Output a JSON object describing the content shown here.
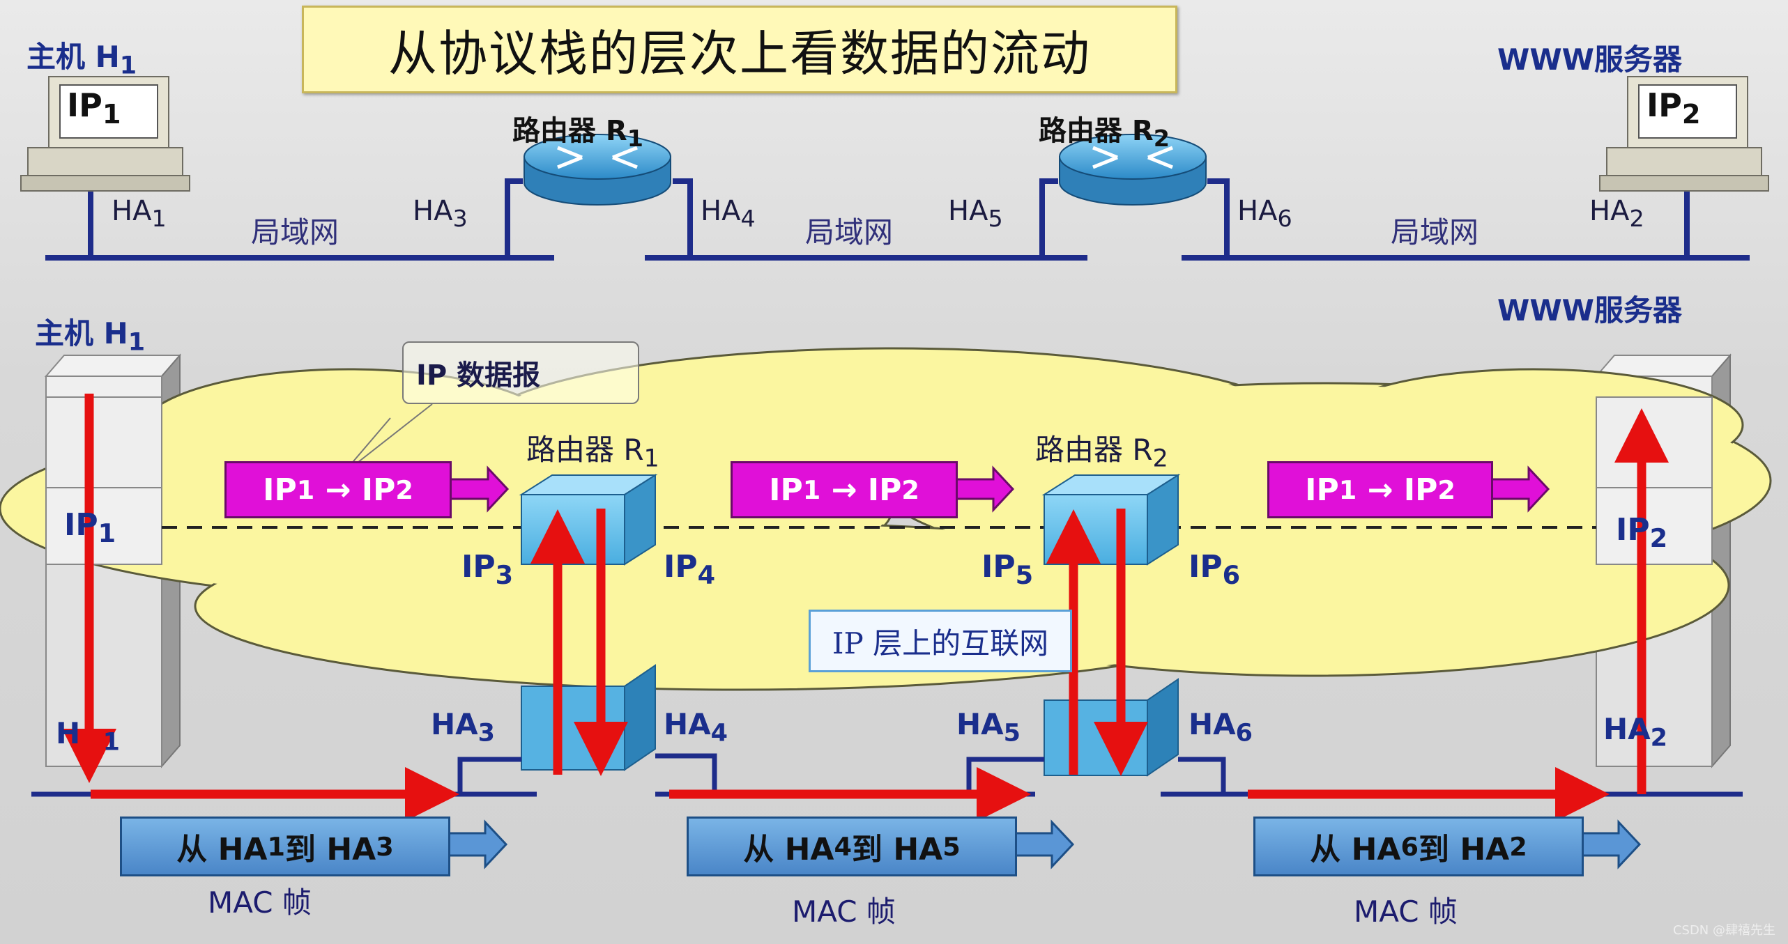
{
  "title": "从协议栈的层次上看数据的流动",
  "top": {
    "host_label": "主机 H",
    "host_sub": "1",
    "host_ip": "IP",
    "host_ip_sub": "1",
    "server_label": "WWW服务器",
    "server_ip": "IP",
    "server_ip_sub": "2",
    "router1_label": "路由器 R",
    "router1_sub": "1",
    "router2_label": "路由器 R",
    "router2_sub": "2",
    "lan_label": "局域网",
    "ha1": "HA",
    "ha1_sub": "1",
    "ha3": "HA",
    "ha3_sub": "3",
    "ha4": "HA",
    "ha4_sub": "4",
    "ha5": "HA",
    "ha5_sub": "5",
    "ha6": "HA",
    "ha6_sub": "6",
    "ha2": "HA",
    "ha2_sub": "2"
  },
  "bottom": {
    "host_label": "主机 H",
    "host_sub": "1",
    "server_label": "WWW服务器",
    "callout": "IP 数据报",
    "router1_label": "路由器 R",
    "router1_sub": "1",
    "router2_label": "路由器 R",
    "router2_sub": "2",
    "ip1": "IP",
    "ip1_sub": "1",
    "ip2": "IP",
    "ip2_sub": "2",
    "ip3": "IP",
    "ip3_sub": "3",
    "ip4": "IP",
    "ip4_sub": "4",
    "ip5": "IP",
    "ip5_sub": "5",
    "ip6": "IP",
    "ip6_sub": "6",
    "packet_from": "IP",
    "packet_from_sub": "1",
    "packet_arrow": "→",
    "packet_to": "IP",
    "packet_to_sub": "2",
    "internet_label": "IP 层上的互联网",
    "ha1": "H",
    "ha1_mid": "A",
    "ha1_sub": "1",
    "ha3": "HA",
    "ha3_sub": "3",
    "ha4": "HA",
    "ha4_sub": "4",
    "ha5": "HA",
    "ha5_sub": "5",
    "ha6": "HA",
    "ha6_sub": "6",
    "ha2": "HA",
    "ha2_sub": "2",
    "frames": [
      {
        "prefix": "从 HA",
        "a": "1",
        "mid": " 到 HA",
        "b": "3"
      },
      {
        "prefix": "从 HA",
        "a": "4",
        "mid": " 到 HA",
        "b": "5"
      },
      {
        "prefix": "从 HA",
        "a": "6",
        "mid": " 到 HA",
        "b": "2"
      }
    ],
    "mac_caption": "MAC 帧"
  },
  "watermark": "CSDN @肆禧先生",
  "colors": {
    "cloud": "#fbf6a0",
    "packet": "#e010d8",
    "mac_frame": "#5a96d6",
    "flow_arrow": "#e61010",
    "wire": "#1e2c8a",
    "router_box": "#6fc4ee"
  }
}
